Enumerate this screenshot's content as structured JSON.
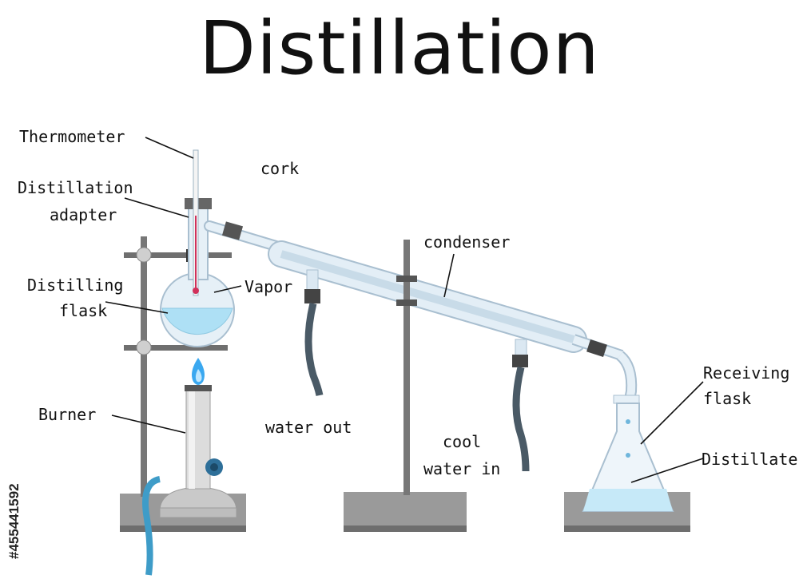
{
  "title": "Distillation",
  "labels": {
    "thermometer": "Thermometer",
    "cork": "cork",
    "distillation_adapter": [
      "Distillation",
      "adapter"
    ],
    "distilling_flask": [
      "Distilling",
      "flask"
    ],
    "vapor": "Vapor",
    "condenser": "condenser",
    "burner": "Burner",
    "water_out": "water out",
    "cool_water_in": [
      "cool",
      "water in"
    ],
    "receiving_flask": [
      "Receiving",
      "flask"
    ],
    "distillate": "Distillate"
  },
  "side_text": "#455441592",
  "colors": {
    "glass": "#dbe8f2",
    "glass_stroke": "#a9bfd0",
    "liquid": "#aee0f5",
    "stand": "#777777",
    "base": "#8a8a8a",
    "hose": "#4a5a66",
    "flame": "#3aa8f0",
    "gas_tube": "#3e9cc8"
  }
}
